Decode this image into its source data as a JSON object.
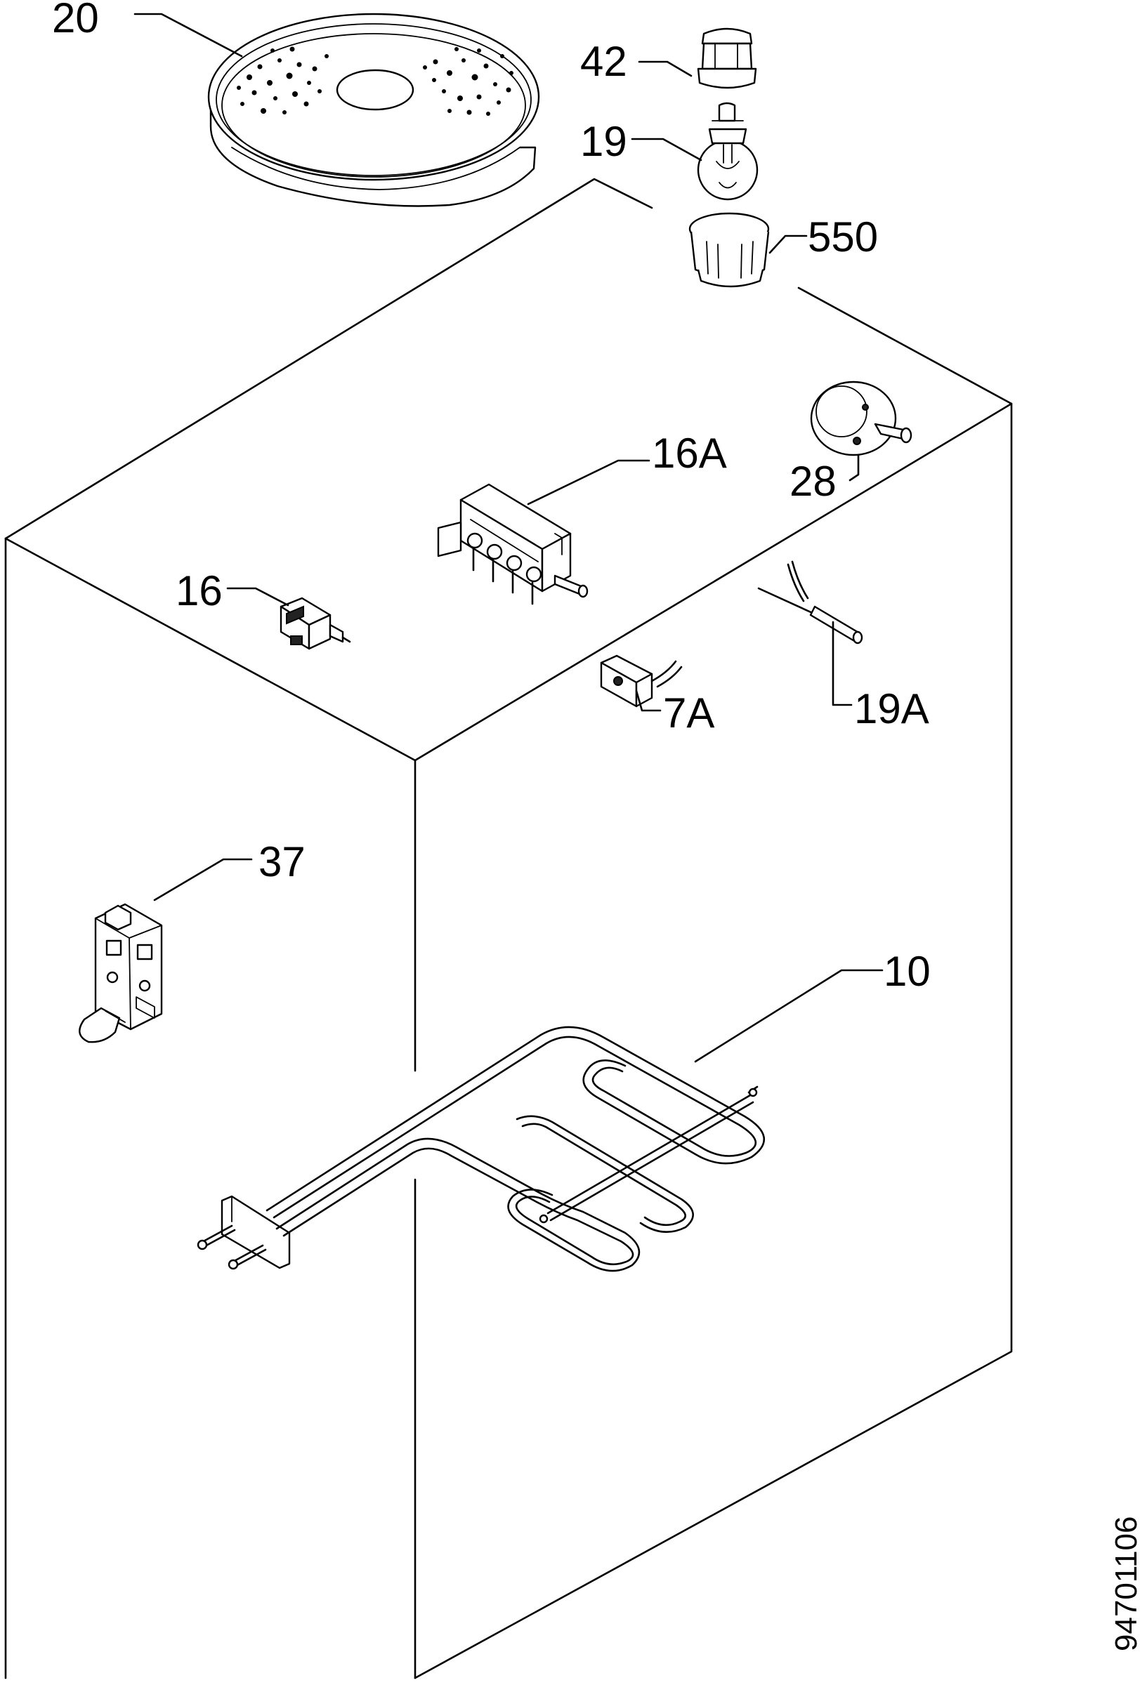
{
  "diagram": {
    "labels": {
      "p20": "20",
      "p42": "42",
      "p19": "19",
      "p550": "550",
      "p16A": "16A",
      "p28": "28",
      "p16": "16",
      "p7A": "7A",
      "p19A": "19A",
      "p37": "37",
      "p10": "10"
    },
    "drawing_number": "94701106"
  }
}
